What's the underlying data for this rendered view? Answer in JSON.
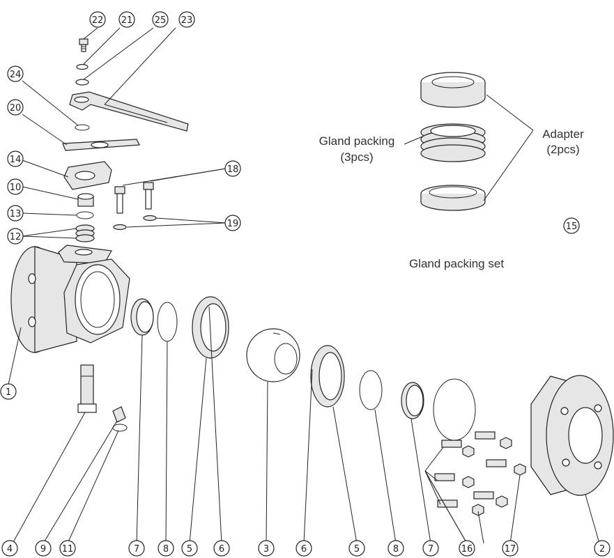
{
  "callouts": {
    "c22": "22",
    "c21": "21",
    "c25": "25",
    "c23": "23",
    "c24": "24",
    "c20": "20",
    "c14": "14",
    "c10": "10",
    "c13": "13",
    "c12": "12",
    "c18": "18",
    "c19": "19",
    "c15": "15",
    "c1": "1",
    "b4": "4",
    "b9": "9",
    "b11": "11",
    "b7a": "7",
    "b8a": "8",
    "b5a": "5",
    "b6a": "6",
    "b3": "3",
    "b6b": "6",
    "b5b": "5",
    "b8b": "8",
    "b7b": "7",
    "b16": "16",
    "b17": "17",
    "b2": "2"
  },
  "labels": {
    "gland_packing_line1": "Gland packing",
    "gland_packing_line2": "(3pcs)",
    "adapter_line1": "Adapter",
    "adapter_line2": "(2pcs)",
    "gland_packing_set": "Gland packing set"
  }
}
